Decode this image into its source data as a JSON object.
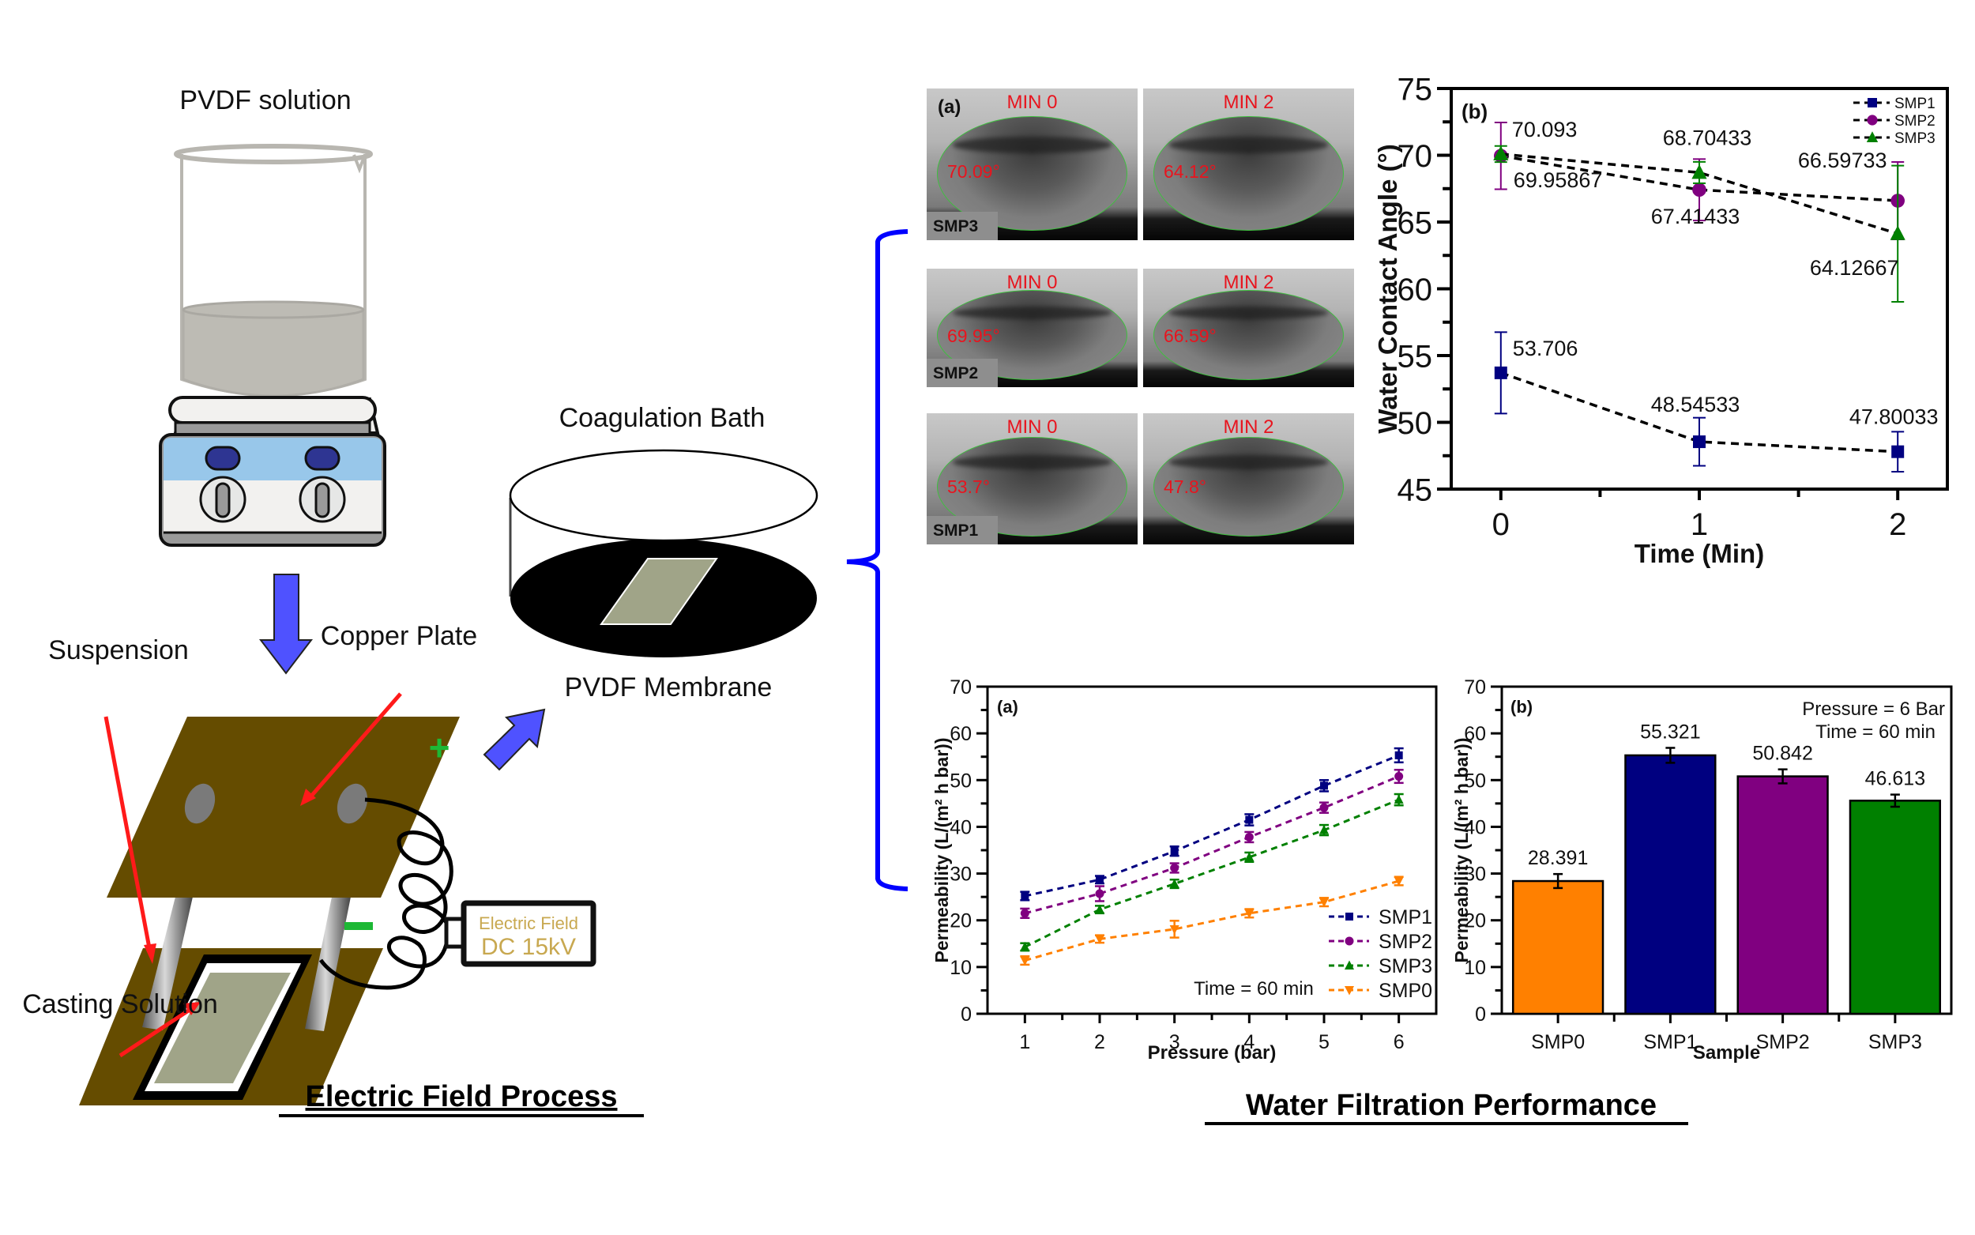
{
  "left_panel": {
    "title": "Electric Field Process",
    "pvdf_solution_label": "PVDF solution",
    "suspension_label": "Suspension",
    "copper_plate_label": "Copper Plate",
    "casting_solution_label": "Casting Solution",
    "coagulation_bath_label": "Coagulation Bath",
    "pvdf_membrane_label": "PVDF Membrane",
    "power_supply": {
      "line1": "Electric Field",
      "line2": "DC 15kV"
    },
    "plus_sign": "+",
    "colors": {
      "copper": "#654c00",
      "arrow_blue": "#4f52ff",
      "pointer_red": "#ff1a1a",
      "polarity_green": "#1db835",
      "power_text": "#c8a850",
      "casting_fill": "#a0a488"
    }
  },
  "right_panel": {
    "title": "Water Filtration Performance",
    "photos": {
      "panel_label": "(a)",
      "rows": [
        {
          "sample": "SMP3",
          "min0_label": "MIN 0",
          "min0_angle": "70.09°",
          "min2_label": "MIN 2",
          "min2_angle": "64.12°"
        },
        {
          "sample": "SMP2",
          "min0_label": "MIN 0",
          "min0_angle": "69.95°",
          "min2_label": "MIN 2",
          "min2_angle": "66.59°"
        },
        {
          "sample": "SMP1",
          "min0_label": "MIN 0",
          "min0_angle": "53.7°",
          "min2_label": "MIN 2",
          "min2_angle": "47.8°"
        }
      ]
    }
  },
  "chart_data": [
    {
      "id": "contact-angle",
      "type": "line",
      "panel_label": "(b)",
      "title": "",
      "xlabel": "Time (Min)",
      "ylabel": "Water Contact Angle (°)",
      "x": [
        0,
        1,
        2
      ],
      "xticks": [
        0,
        1,
        2
      ],
      "xlim": [
        -0.25,
        2.25
      ],
      "ylim": [
        45,
        75
      ],
      "yticks": [
        45,
        50,
        55,
        60,
        65,
        70,
        75
      ],
      "grid": false,
      "legend_position": "top-right",
      "series": [
        {
          "name": "SMP1",
          "marker": "square",
          "color": "#000080",
          "values": [
            53.706,
            48.54533,
            47.80033
          ],
          "errors": [
            3.05,
            1.8,
            1.5
          ],
          "labels": [
            "53.706",
            "48.54533",
            "47.80033"
          ]
        },
        {
          "name": "SMP2",
          "marker": "circle",
          "color": "#800080",
          "values": [
            69.95867,
            67.41433,
            66.59733
          ],
          "errors": [
            2.5,
            2.3,
            2.9
          ],
          "labels": [
            "69.95867",
            "67.41433",
            "66.59733"
          ]
        },
        {
          "name": "SMP3",
          "marker": "triangle",
          "color": "#008000",
          "values": [
            70.093,
            68.70433,
            64.12667
          ],
          "errors": [
            0.6,
            0.8,
            5.1
          ],
          "labels": [
            "70.093",
            "68.70433",
            "64.12667"
          ]
        }
      ]
    },
    {
      "id": "permeability-vs-pressure",
      "type": "line",
      "panel_label": "(a)",
      "title": "",
      "xlabel": "Pressure (bar)",
      "ylabel": "Permeability (L/(m² h bar))",
      "x": [
        1,
        2,
        3,
        4,
        5,
        6
      ],
      "xticks": [
        1,
        2,
        3,
        4,
        5,
        6
      ],
      "xlim": [
        0.5,
        6.5
      ],
      "ylim": [
        0,
        70
      ],
      "yticks": [
        0,
        10,
        20,
        30,
        40,
        50,
        60,
        70
      ],
      "grid": false,
      "legend_position": "bottom-right",
      "annotation": "Time = 60 min",
      "series": [
        {
          "name": "SMP1",
          "marker": "square",
          "color": "#000080",
          "values": [
            25.2,
            28.7,
            34.8,
            41.5,
            48.8,
            55.3
          ],
          "errors": [
            0.9,
            0.8,
            1.0,
            1.2,
            1.2,
            1.5
          ]
        },
        {
          "name": "SMP2",
          "marker": "circle",
          "color": "#800080",
          "values": [
            21.5,
            25.7,
            31.2,
            37.8,
            44.1,
            50.8
          ],
          "errors": [
            1.0,
            1.6,
            1.0,
            1.1,
            1.1,
            1.4
          ]
        },
        {
          "name": "SMP3",
          "marker": "triangle",
          "color": "#008000",
          "values": [
            14.3,
            22.3,
            27.8,
            33.5,
            39.3,
            45.8
          ],
          "errors": [
            0.8,
            0.8,
            0.9,
            1.0,
            1.1,
            1.2
          ]
        },
        {
          "name": "SMP0",
          "marker": "triangle-down",
          "color": "#ff8000",
          "values": [
            11.4,
            16.0,
            18.1,
            21.5,
            23.9,
            28.4
          ],
          "errors": [
            0.9,
            0.8,
            1.8,
            0.9,
            0.9,
            0.9
          ]
        }
      ]
    },
    {
      "id": "permeability-by-sample",
      "type": "bar",
      "panel_label": "(b)",
      "title": "",
      "xlabel": "Sample",
      "ylabel": "Permeability (L/(m² h bar))",
      "categories": [
        "SMP0",
        "SMP1",
        "SMP2",
        "SMP3"
      ],
      "values": [
        28.391,
        55.321,
        50.842,
        46.613
      ],
      "plotted_heights": [
        28.4,
        55.3,
        50.8,
        45.6
      ],
      "errors": [
        1.5,
        1.6,
        1.5,
        1.3
      ],
      "labels": [
        "28.391",
        "55.321",
        "50.842",
        "46.613"
      ],
      "colors": [
        "#ff8000",
        "#000080",
        "#800080",
        "#008000"
      ],
      "ylim": [
        0,
        70
      ],
      "yticks": [
        0,
        10,
        20,
        30,
        40,
        50,
        60,
        70
      ],
      "grid": false,
      "annotations": [
        "Pressure = 6 Bar",
        "Time = 60 min"
      ]
    }
  ]
}
